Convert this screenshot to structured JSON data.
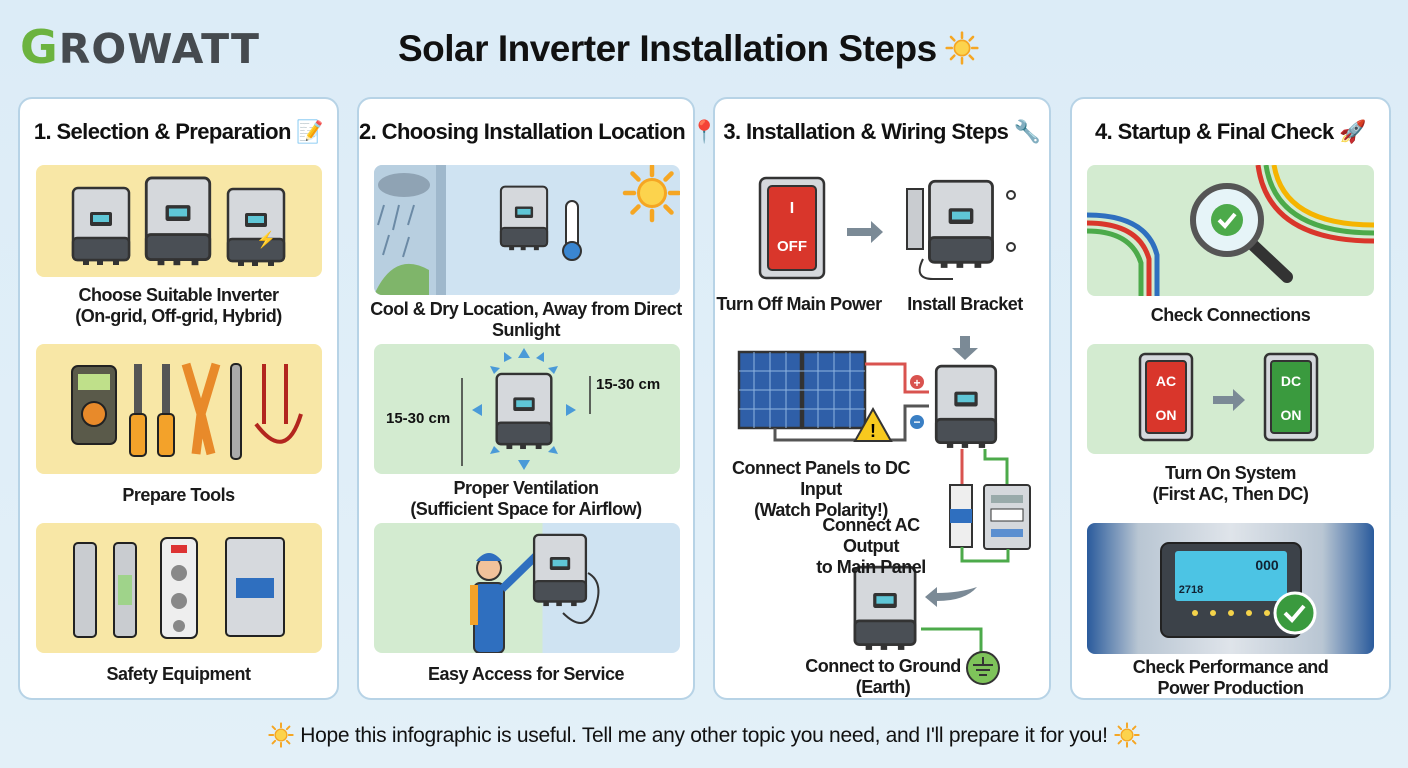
{
  "header": {
    "logo_first": "G",
    "logo_rest": "ROWATT",
    "title": "Solar Inverter Installation Steps"
  },
  "cards": [
    {
      "title": "1. Selection & Preparation",
      "title_icon": "memo-icon",
      "items": [
        {
          "label": "Choose Suitable Inverter\n(On-grid, Off-grid, Hybrid)",
          "line1": "Choose Suitable Inverter",
          "line2": "(On-grid, Off-grid, Hybrid)"
        },
        {
          "label": "Prepare Tools"
        },
        {
          "label": "Safety Equipment"
        }
      ]
    },
    {
      "title": "2. Choosing Installation Location",
      "title_icon": "pin-icon",
      "items": [
        {
          "line1": "Cool & Dry Location, Away from Direct",
          "line2": "Sunlight"
        },
        {
          "line1": "Proper Ventilation",
          "line2": "(Sufficient Space for Airflow)",
          "clearance_side": "15-30 cm",
          "clearance_top": "15-30 cm"
        },
        {
          "label": "Easy Access for Service"
        }
      ]
    },
    {
      "title": "3. Installation & Wiring Steps",
      "title_icon": "wrench-icon",
      "steps": {
        "turn_off": "Turn Off Main Power",
        "switch_on_mark": "I",
        "switch_off_mark": "OFF",
        "bracket": "Install Bracket",
        "dc_line1": "Connect Panels to DC Input",
        "dc_line2": "(Watch Polarity!)",
        "ac_line1": "Connect AC Output",
        "ac_line2": "to Main Panel",
        "ground_line1": "Connect to Ground",
        "ground_line2": "(Earth)"
      }
    },
    {
      "title": "4. Startup & Final Check",
      "title_icon": "rocket-icon",
      "items": [
        {
          "label": "Check Connections"
        },
        {
          "line1": "Turn On System",
          "line2": "(First AC, Then DC)",
          "switch_ac": "AC",
          "switch_dc": "DC",
          "switch_state": "ON"
        },
        {
          "line1": "Check Performance and",
          "line2": "Power Production",
          "display_top": "000",
          "display_bottom": "2718"
        }
      ]
    }
  ],
  "footer": "Hope this infographic is useful. Tell me any other topic you need, and I'll prepare it for you!",
  "colors": {
    "brand_green": "#6cb33f",
    "background": "#dcecf7",
    "card_border": "#b7d3e6"
  }
}
